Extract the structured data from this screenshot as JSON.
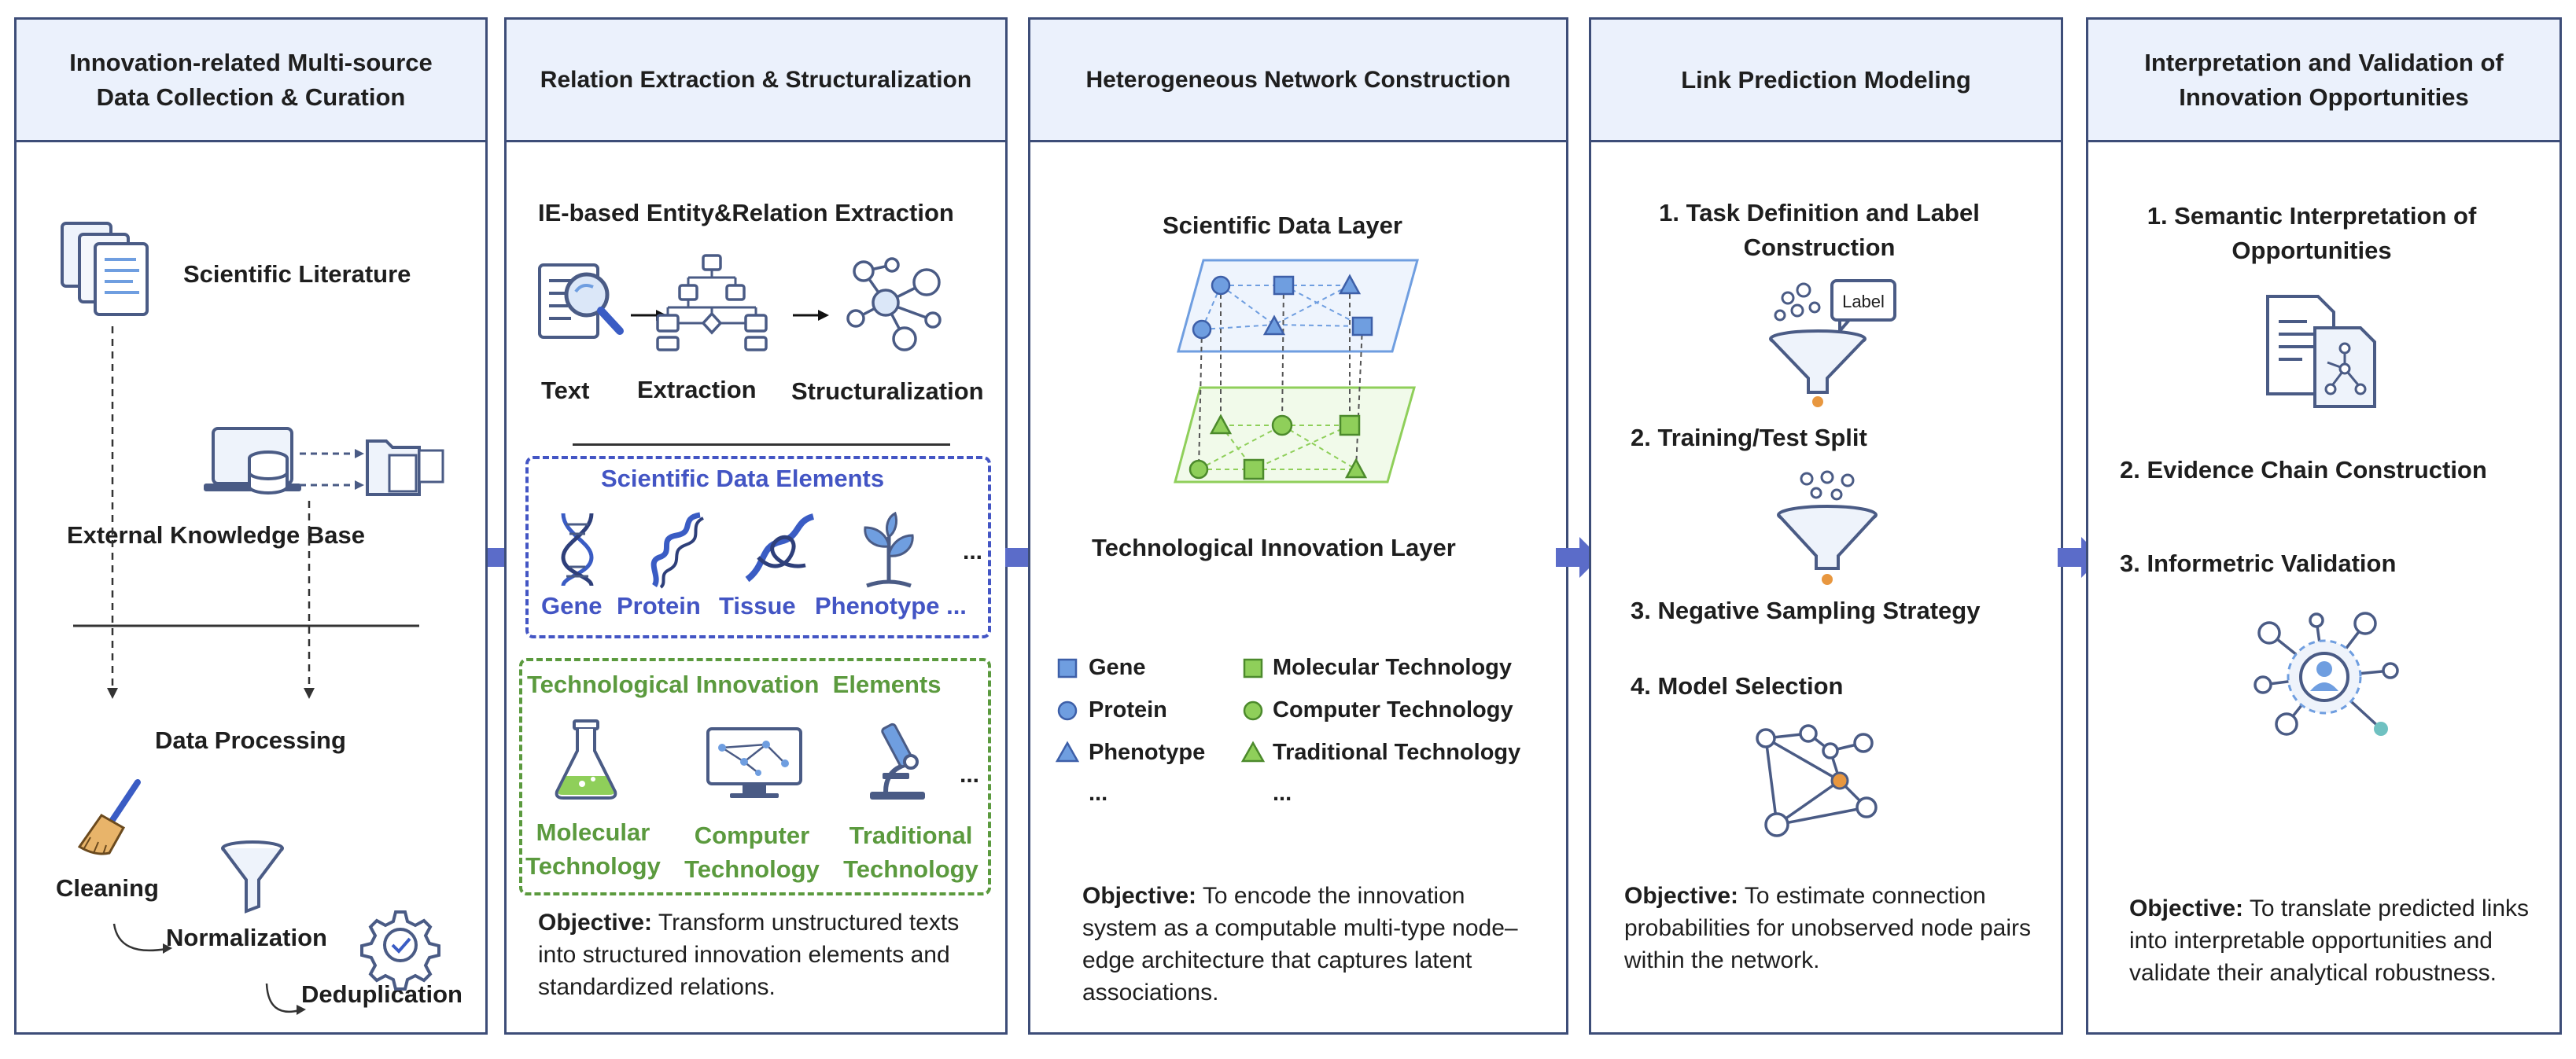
{
  "panels": [
    {
      "title": "Innovation-related Multi-source\nData Collection & Curation",
      "items": {
        "literature": "Scientific Literature",
        "knowledge_base": "External Knowledge Base",
        "processing": "Data Processing",
        "cleaning": "Cleaning",
        "normalization": "Normalization",
        "deduplication": "Deduplication"
      }
    },
    {
      "title": "Relation Extraction & Structuralization",
      "subtitle": "IE-based Entity&Relation Extraction",
      "steps": [
        "Text",
        "Extraction",
        "Structuralization"
      ],
      "sci_heading": "Scientific Data Elements",
      "sci_elements": [
        "Gene",
        "Protein",
        "Tissue",
        "Phenotype ..."
      ],
      "ellipsis": "...",
      "tech_heading": "Technological Innovation  Elements",
      "tech_elements": [
        "Molecular\nTechnology",
        "Computer\nTechnology",
        "Traditional\nTechnology"
      ],
      "objective_label": "Objective:",
      "objective_text": " Transform unstructured texts into structured innovation elements and standardized relations."
    },
    {
      "title": "Heterogeneous Network Construction",
      "sci_layer": "Scientific Data Layer",
      "tech_layer": "Technological Innovation Layer",
      "legend_left": [
        "Gene",
        "Protein",
        "Phenotype",
        "..."
      ],
      "legend_right": [
        "Molecular Technology",
        "Computer Technology",
        "Traditional Technology",
        "..."
      ],
      "objective_label": "Objective:",
      "objective_text": " To encode the innovation system as a computable multi-type node–edge architecture that captures latent associations."
    },
    {
      "title": "Link Prediction Modeling",
      "steps": [
        "1. Task Definition and Label\nConstruction",
        "2. Training/Test Split",
        "3. Negative Sampling Strategy",
        "4. Model Selection"
      ],
      "label_tag": "Label",
      "objective_label": "Objective:",
      "objective_text": " To estimate connection probabilities for unobserved node pairs within the network."
    },
    {
      "title": "Interpretation and Validation of\nInnovation Opportunities",
      "steps": [
        "1. Semantic Interpretation of\nOpportunities",
        "2. Evidence Chain Construction",
        "3. Informetric Validation"
      ],
      "objective_label": "Objective:",
      "objective_text": " To translate predicted links into interpretable opportunities and validate their analytical robustness."
    }
  ],
  "colors": {
    "border": "#3d4d78",
    "header_bg": "#ebf1fc",
    "arrow": "#5b6cc9",
    "scientific": "#4355c4",
    "technological": "#5b9a3e",
    "node_blue": "#6f9ee0",
    "node_green": "#8fcf5a"
  }
}
